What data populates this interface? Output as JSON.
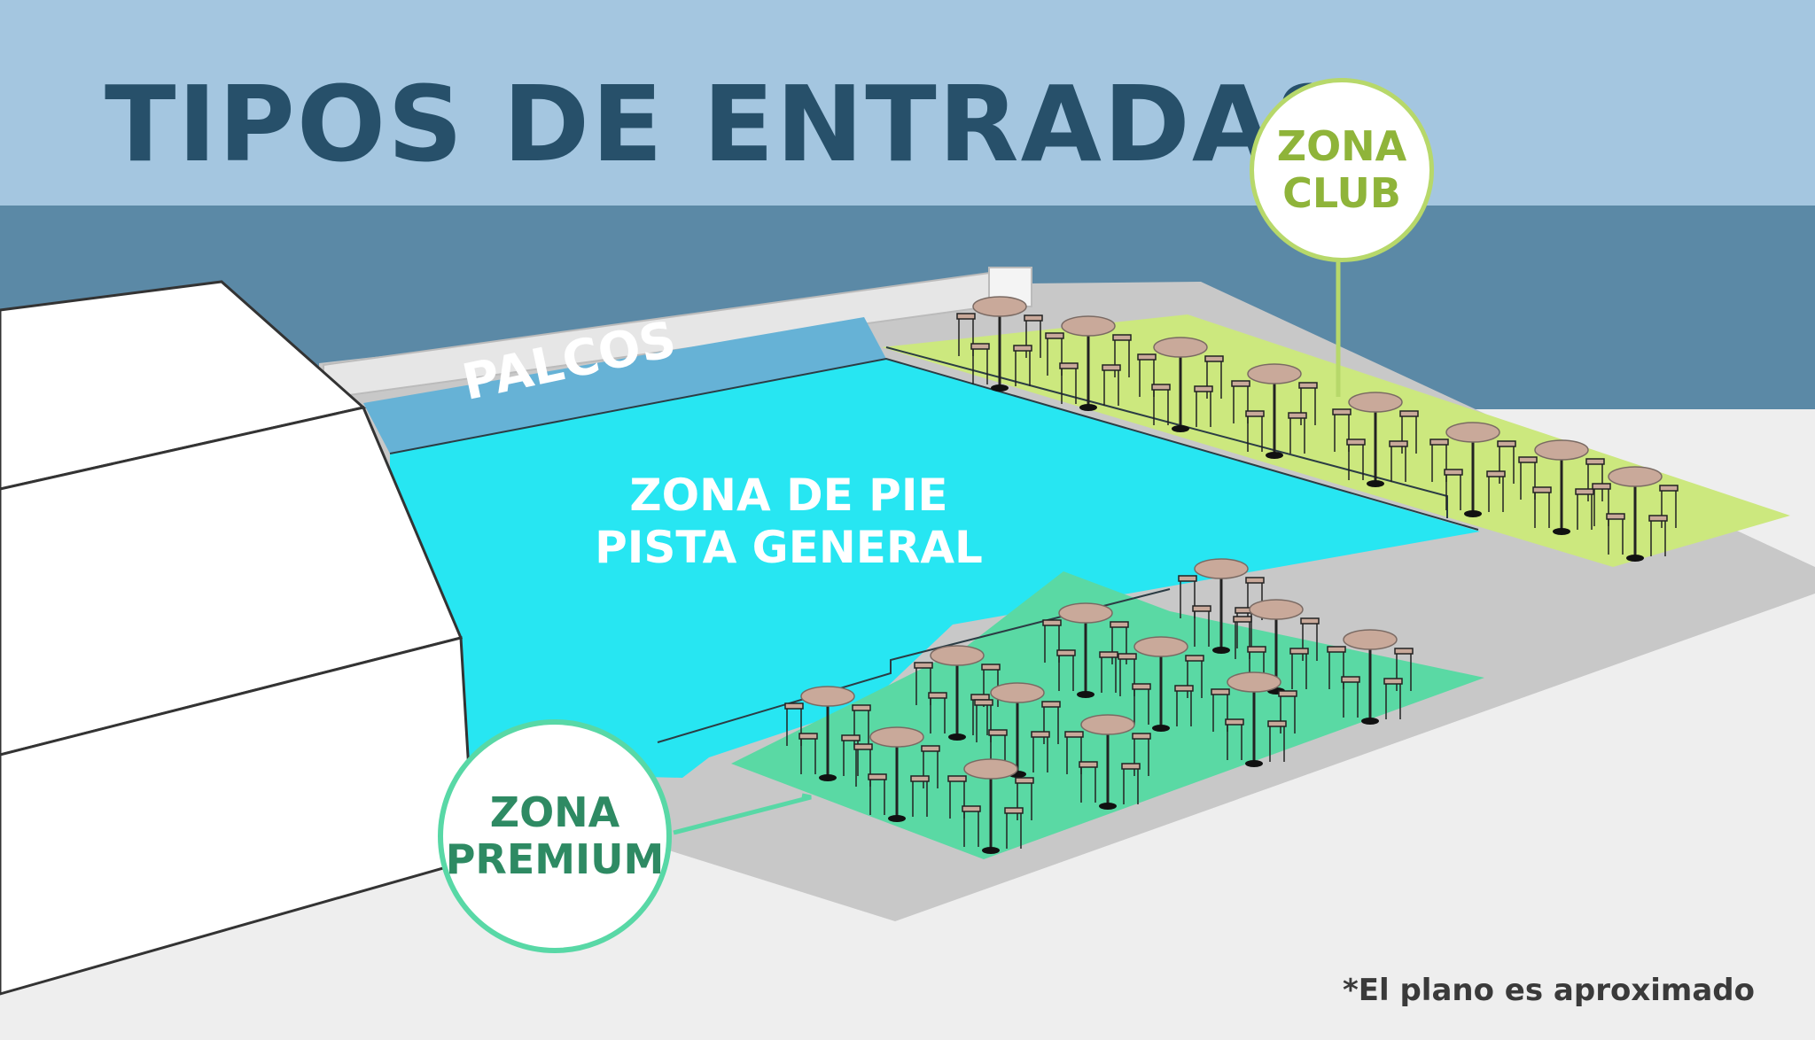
{
  "title": "TIPOS DE ENTRADAS",
  "zones": {
    "palcos": "PALCOS",
    "pie_line1": "ZONA DE PIE",
    "pie_line2": "PISTA GENERAL",
    "club_line1": "ZONA",
    "club_line2": "CLUB",
    "premium_line1": "ZONA",
    "premium_line2": "PREMIUM"
  },
  "note": "*El plano es aproximado",
  "colors": {
    "sky": "#a4c6e0",
    "band": "#5b89a6",
    "floor": "#eeeeee",
    "platform": "#c8c8c8",
    "pista": "#27e6f2",
    "palcos": "#66b2d6",
    "club": "#cce87e",
    "premium": "#5ad9a4",
    "title": "#27506a",
    "table_top": "#c9a99a"
  }
}
